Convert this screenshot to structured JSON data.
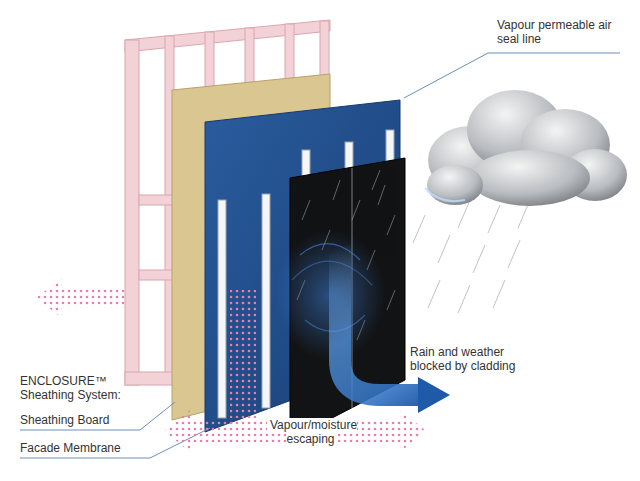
{
  "diagram": {
    "labels": [
      "Vapour permeable air seal line",
      "Rain and weather blocked by cladding",
      "ENCLOSURE™ Sheathing System:",
      "Sheathing Board",
      "Facade Membrane",
      "Vapour/moisture escaping"
    ]
  }
}
